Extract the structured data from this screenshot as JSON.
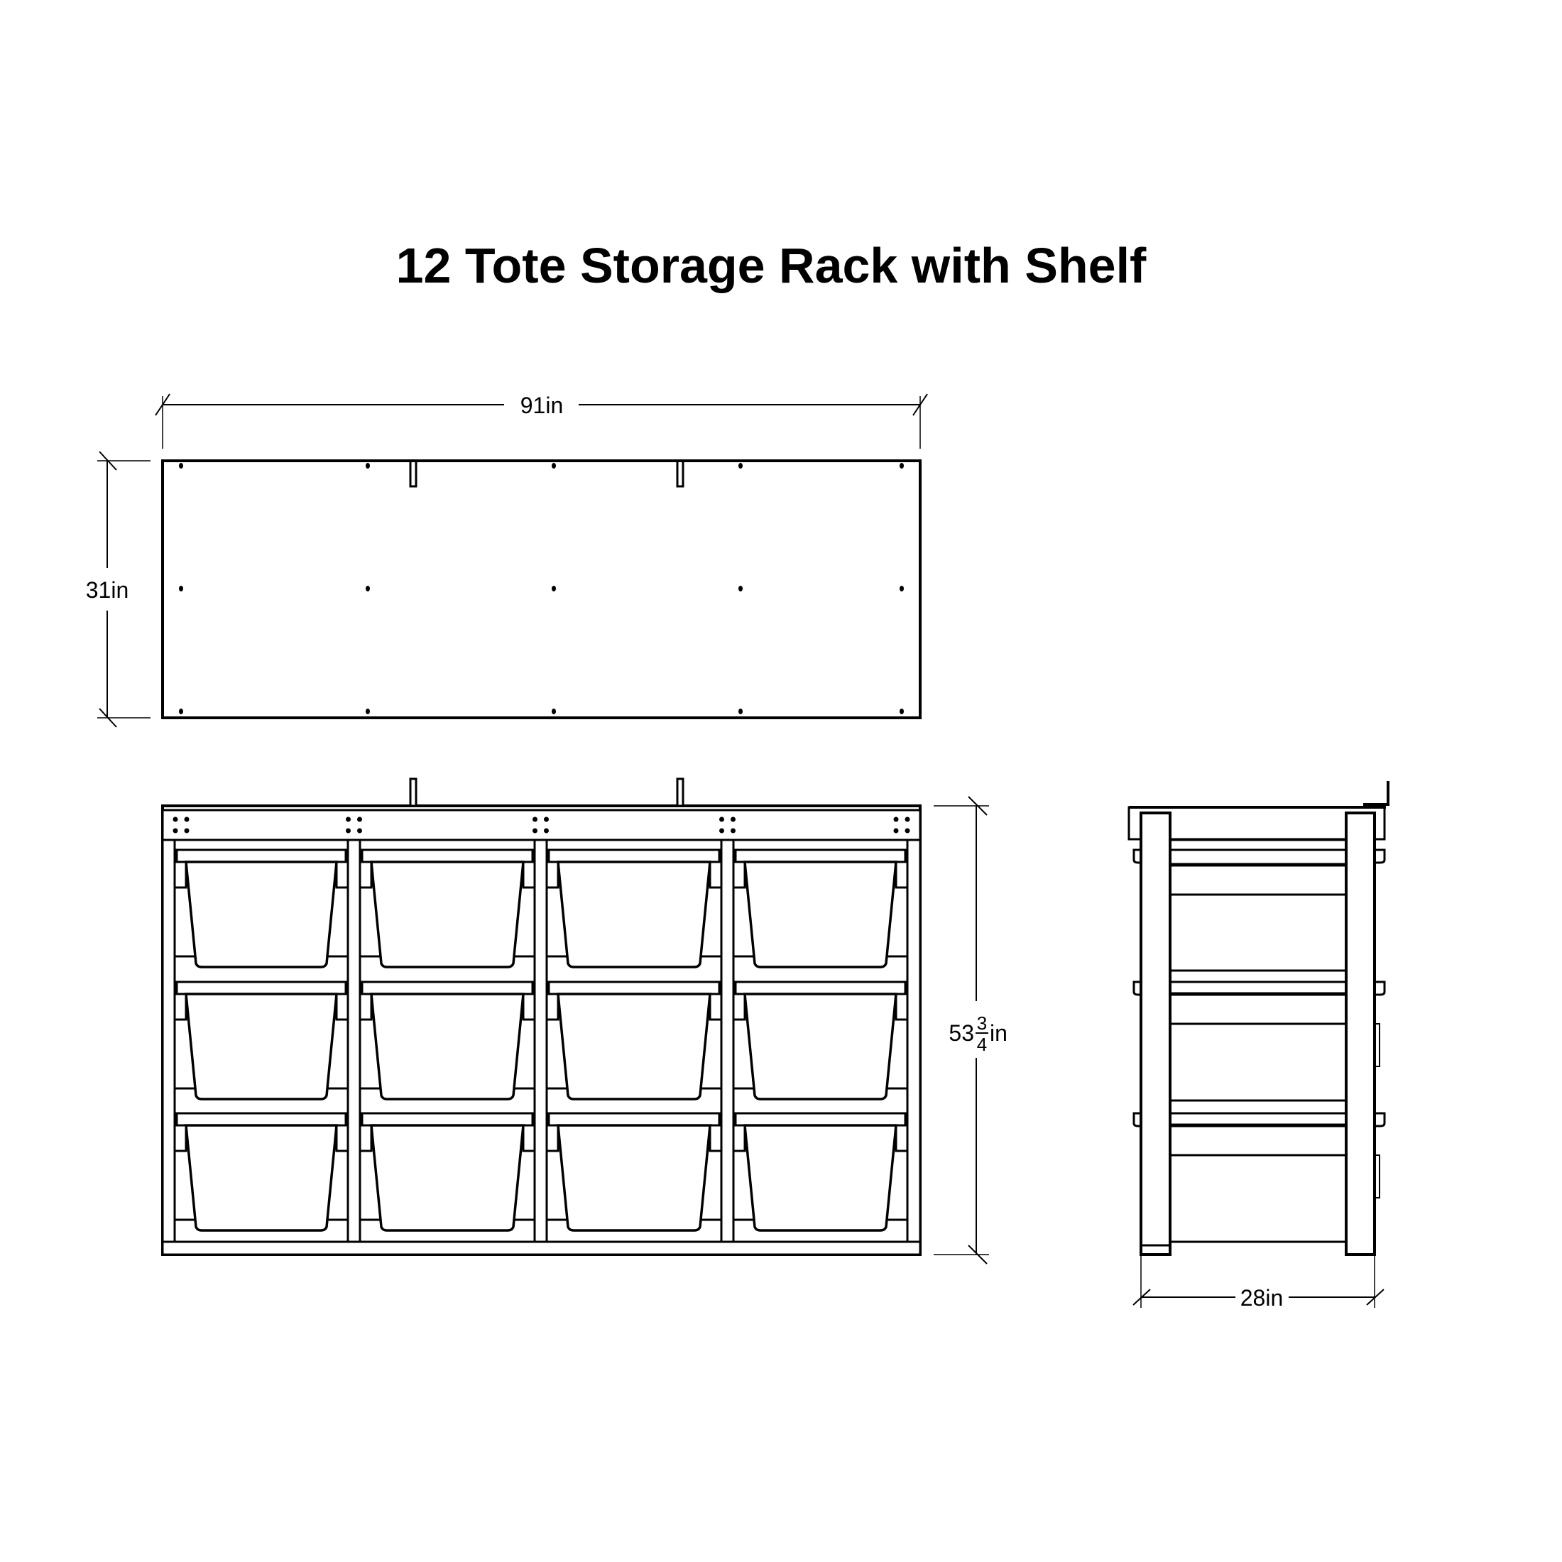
{
  "title": "12 Tote Storage Rack with Shelf",
  "views": {
    "top": {
      "width_label": "91in",
      "depth_label": "31in"
    },
    "front": {
      "height_whole": "53",
      "height_num": "3",
      "height_den": "4",
      "height_unit": "in",
      "tote_count": 12,
      "columns": 4,
      "rows": 3
    },
    "side": {
      "depth_label": "28in"
    }
  },
  "colors": {
    "line": "#000000",
    "background": "#ffffff"
  }
}
